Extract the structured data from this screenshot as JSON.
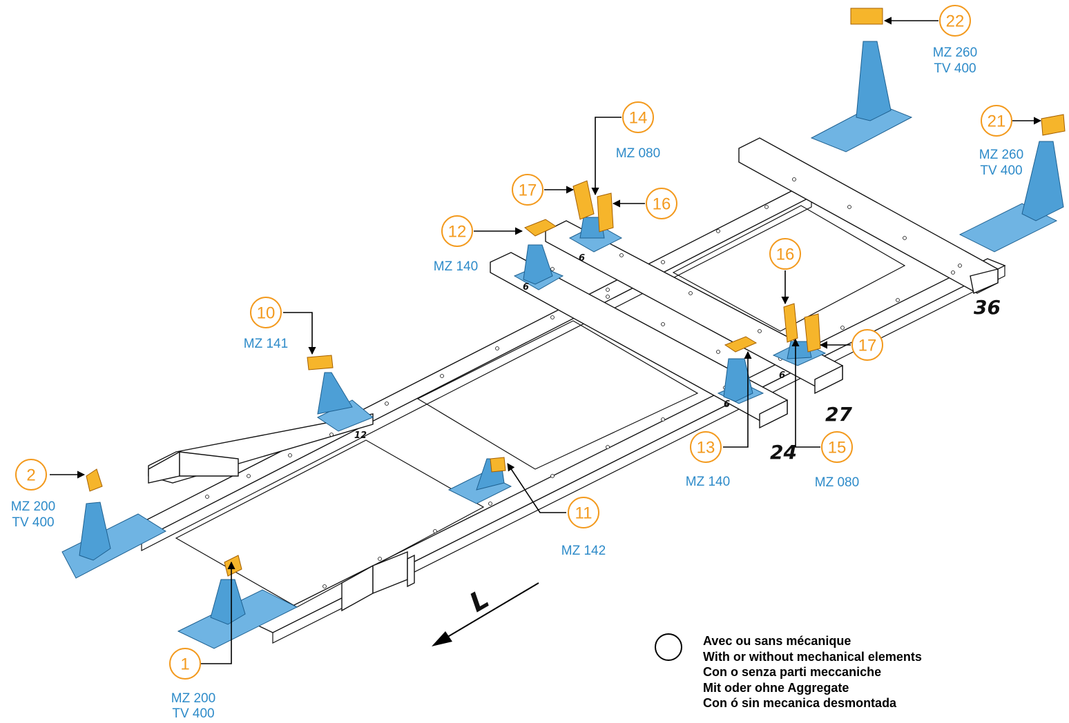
{
  "callouts": [
    {
      "id": "c1",
      "number": "1",
      "ref": [
        "MZ 200",
        "TV 400"
      ]
    },
    {
      "id": "c2",
      "number": "2",
      "ref": [
        "MZ 200",
        "TV 400"
      ]
    },
    {
      "id": "c10",
      "number": "10",
      "ref": [
        "MZ 141"
      ]
    },
    {
      "id": "c11",
      "number": "11",
      "ref": [
        "MZ 142"
      ]
    },
    {
      "id": "c12",
      "number": "12",
      "ref": [
        "MZ 140"
      ]
    },
    {
      "id": "c13",
      "number": "13",
      "ref": [
        "MZ 140"
      ]
    },
    {
      "id": "c14",
      "number": "14",
      "ref": [
        "MZ 080"
      ]
    },
    {
      "id": "c15",
      "number": "15",
      "ref": [
        "MZ 080"
      ]
    },
    {
      "id": "c16a",
      "number": "16",
      "ref": []
    },
    {
      "id": "c16b",
      "number": "16",
      "ref": []
    },
    {
      "id": "c17a",
      "number": "17",
      "ref": []
    },
    {
      "id": "c17b",
      "number": "17",
      "ref": []
    },
    {
      "id": "c21",
      "number": "21",
      "ref": [
        "MZ 260",
        "TV 400"
      ]
    },
    {
      "id": "c22",
      "number": "22",
      "ref": [
        "MZ 260",
        "TV 400"
      ]
    }
  ],
  "beam_numbers": {
    "b24": "24",
    "b27": "27",
    "b36": "36",
    "b12": "12",
    "b6a": "6",
    "b6b": "6",
    "b6c": "6",
    "b6d": "6"
  },
  "direction_label": "L",
  "legend": {
    "lines": [
      "Avec ou sans mécanique",
      "With or without mechanical elements",
      "Con o senza parti meccaniche",
      "Mit oder ohne Aggregate",
      "Con ó sin mecanica desmontada"
    ]
  },
  "colors": {
    "callout": "#f39a1e",
    "reference": "#2e8bc9",
    "support": "#6fb4e3",
    "fixture": "#f6b52b"
  }
}
